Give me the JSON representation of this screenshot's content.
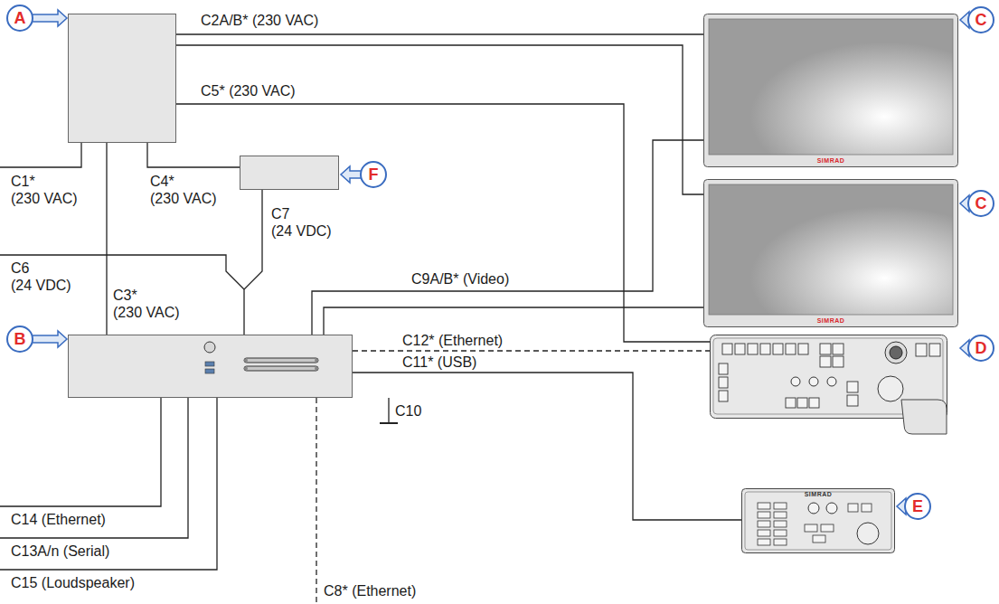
{
  "diagram": {
    "nodes": [
      {
        "text": [
          "A"
        ]
      },
      {
        "text": [
          "C"
        ]
      },
      {
        "text": [
          "F"
        ]
      },
      {
        "text": [
          "C"
        ]
      },
      {
        "text": [
          "B"
        ]
      },
      {
        "text": [
          "D"
        ]
      },
      {
        "text": [
          "E"
        ]
      }
    ],
    "edges": [
      {
        "from": 0,
        "to": 1,
        "label": "C2A/B* (230 VAC)",
        "arrow": "none"
      },
      {
        "from": 0,
        "to": 3,
        "arrow": "none"
      },
      {
        "from": 0,
        "to": 2,
        "arrow": "none"
      },
      {
        "from": 0,
        "to": 4,
        "arrow": "none"
      },
      {
        "from": 2,
        "to": 4,
        "arrow": "none"
      },
      {
        "from": 0,
        "to": 5,
        "label": "C5* (230 VAC)",
        "arrow": "none"
      },
      {
        "from": 4,
        "to": 1,
        "label": "C9A/B* (Video)",
        "arrow": "none"
      },
      {
        "from": 4,
        "to": 3,
        "arrow": "none"
      },
      {
        "from": 4,
        "to": 5,
        "label": "C12* (Ethernet)",
        "arrow": "none"
      },
      {
        "from": 4,
        "to": 6,
        "label": "C11* (USB)",
        "arrow": "none"
      }
    ],
    "labels": [
      "C1*",
      "(230 VAC)",
      "C4*",
      "(230 VAC)",
      "C7",
      "(24 VDC)",
      "C6",
      "(24 VDC)",
      "C3*",
      "(230 VAC)",
      "C10",
      "C14 (Ethernet)",
      "C13A/n (Serial)",
      "C15 (Loudspeaker)",
      "C8* (Ethernet)",
      "SIMRAD",
      "SIMRAD",
      "SIMRAD"
    ]
  }
}
